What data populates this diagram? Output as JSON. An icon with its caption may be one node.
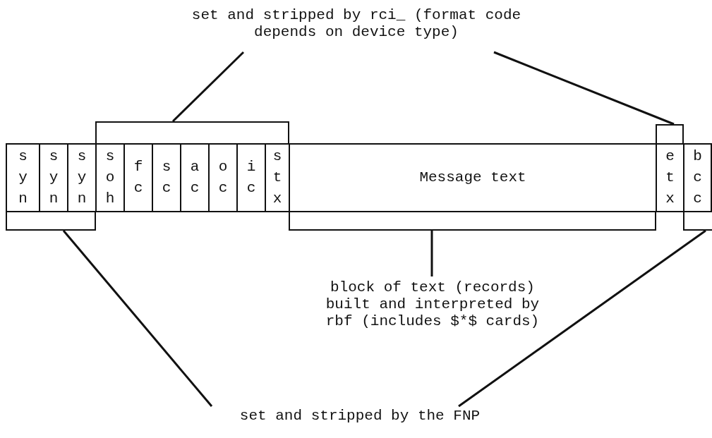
{
  "diagram": {
    "nodes": [
      {
        "text": [
          "set and stripped by rci_ (format code depends on device type)"
        ]
      },
      {
        "text": [],
        "shape": "box"
      },
      {
        "text": [],
        "shape": "box"
      },
      {
        "text": [
          "s y n"
        ]
      },
      {
        "text": [
          "s y n"
        ]
      },
      {
        "text": [
          "s y n"
        ]
      },
      {
        "text": [
          "s o h"
        ]
      },
      {
        "text": [
          "f c"
        ]
      },
      {
        "text": [
          "s c"
        ]
      },
      {
        "text": [
          "a c"
        ]
      },
      {
        "text": [
          "o c"
        ]
      },
      {
        "text": [
          "i c"
        ]
      },
      {
        "text": [
          "s t x"
        ]
      },
      {
        "text": [
          "Message text"
        ]
      },
      {
        "text": [
          "e t x"
        ]
      },
      {
        "text": [
          "b c c"
        ]
      },
      {
        "text": [],
        "shape": "box"
      },
      {
        "text": [],
        "shape": "box"
      },
      {
        "text": [],
        "shape": "box"
      },
      {
        "text": [
          "block of text (records) built and interpreted by rbf (includes $*$ cards)"
        ]
      },
      {
        "text": [
          "set and stripped by the FNP"
        ]
      }
    ],
    "edges": [
      {
        "from": 0,
        "to": 1,
        "arrow": "none"
      },
      {
        "from": 0,
        "to": 2,
        "arrow": "none"
      },
      {
        "from": 19,
        "to": 17,
        "arrow": "none"
      },
      {
        "from": 20,
        "to": 16,
        "arrow": "none"
      },
      {
        "from": 20,
        "to": 18,
        "arrow": "none"
      }
    ]
  }
}
